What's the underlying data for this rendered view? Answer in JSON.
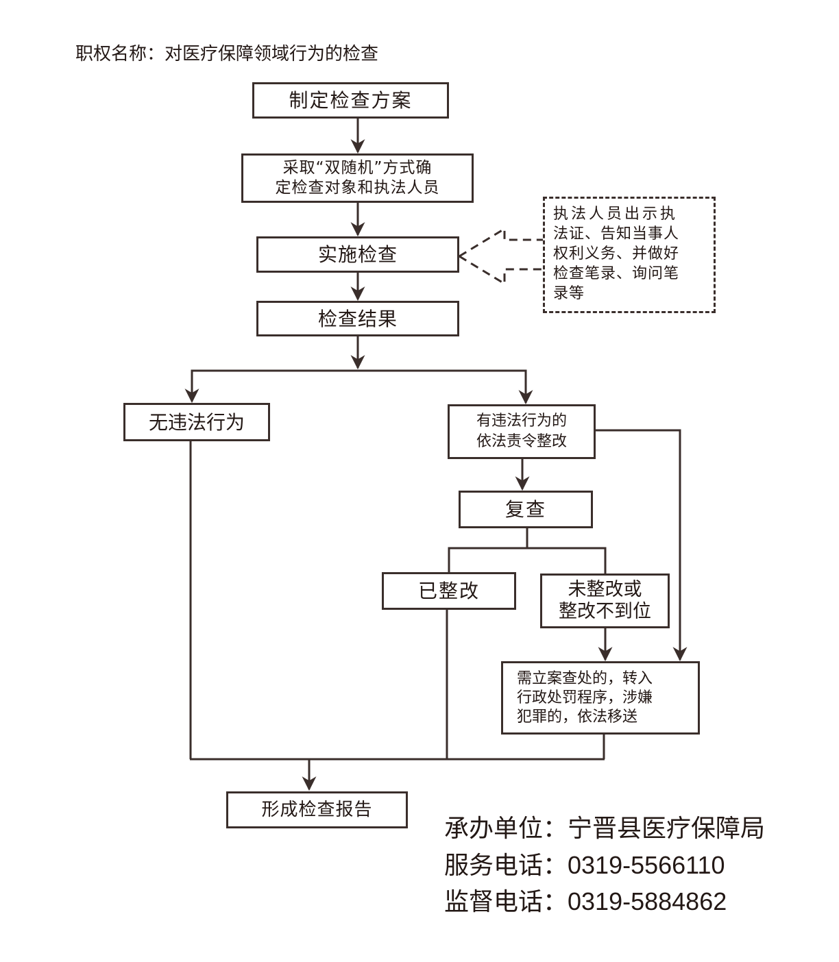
{
  "title": "职权名称：对医疗保障领域行为的检查",
  "colors": {
    "line": "#3a2e2b",
    "text": "#231815",
    "background": "#ffffff"
  },
  "nodes": {
    "plan": "制定检查方案",
    "select_line1": "采取“双随机”方式确",
    "select_line2": "定检查对象和执法人员",
    "implement": "实施检查",
    "note": "执法人员出示执法证、告知当事人权利义务、并做好检查笔录、询问笔录等",
    "note_lines": [
      "执法人员出示执",
      "法证、告知当事人",
      "权利义务、并做好",
      "检查笔录、询问笔",
      "录等"
    ],
    "result": "检查结果",
    "no_violation": "无违法行为",
    "violation_line1": "有违法行为的",
    "violation_line2": "依法责令整改",
    "recheck": "复查",
    "rectified": "已整改",
    "not_rectified_line1": "未整改或",
    "not_rectified_line2": "整改不到位",
    "penalty_line1": "需立案查处的，转入",
    "penalty_line2": "行政处罚程序，涉嫌",
    "penalty_line3": "犯罪的，依法移送",
    "report": "形成检查报告"
  },
  "footer": {
    "org_label": "承办单位：",
    "org_value": "宁晋县医疗保障局",
    "service_label": "服务电话：",
    "service_value": "0319-5566110",
    "supervise_label": "监督电话：",
    "supervise_value": "0319-5884862"
  }
}
